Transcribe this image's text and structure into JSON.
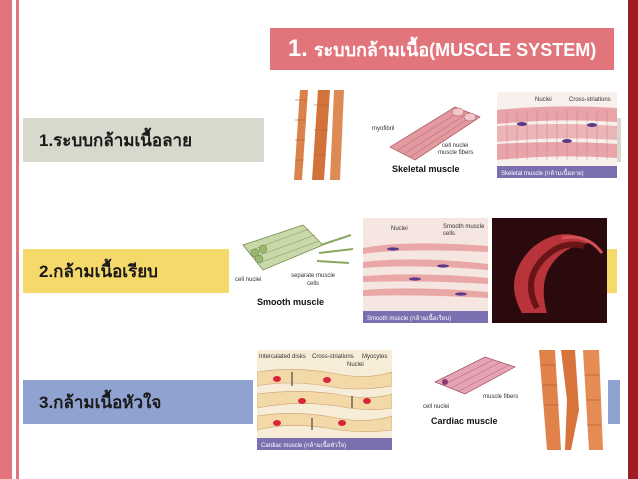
{
  "title": {
    "number": "1.",
    "text": "ระบบกล้ามเนื้อ(MUSCLE SYSTEM)"
  },
  "rows": [
    {
      "label": "1.ระบบกล้ามเนื้อลาย"
    },
    {
      "label": "2.กล้ามเนื้อเรียบ"
    },
    {
      "label": "3.กล้ามเนื้อหัวใจ"
    }
  ],
  "images": {
    "skeletal_diagram": {
      "myofibril": "myofibril",
      "nuclei": "cell nuclei",
      "fibers": "muscle fibers",
      "caption": "Skeletal muscle"
    },
    "skeletal_micro": {
      "nuclei": "Nuclei",
      "striations": "Cross-striations",
      "caption": "Skeletal muscle (กล้ามเนื้อลาย)"
    },
    "smooth_diagram": {
      "nuclei": "cell nuclei",
      "separate": "separate muscle",
      "cells": "cells",
      "caption": "Smooth muscle"
    },
    "smooth_micro": {
      "nuclei": "Nuclei",
      "cells": "Smooth muscle",
      "cells2": "cells",
      "caption": "Smooth muscle (กล้ามเนื้อเรียบ)"
    },
    "cardiac_micro": {
      "discs": "Intercalated disks",
      "striations": "Cross-striations",
      "myocytes": "Myocytes",
      "nuclei": "Nuclei",
      "caption": "Cardiac muscle (กล้ามเนื้อหัวใจ)"
    },
    "cardiac_diagram": {
      "fibers": "muscle fibers",
      "nuclei": "cell nuclei",
      "caption": "Cardiac muscle"
    }
  },
  "colors": {
    "accent": "#e2747c",
    "dark_accent": "#9f1c25",
    "band1": "#d8d8cc",
    "band2": "#f6d96b",
    "band3": "#8fa2d0"
  }
}
